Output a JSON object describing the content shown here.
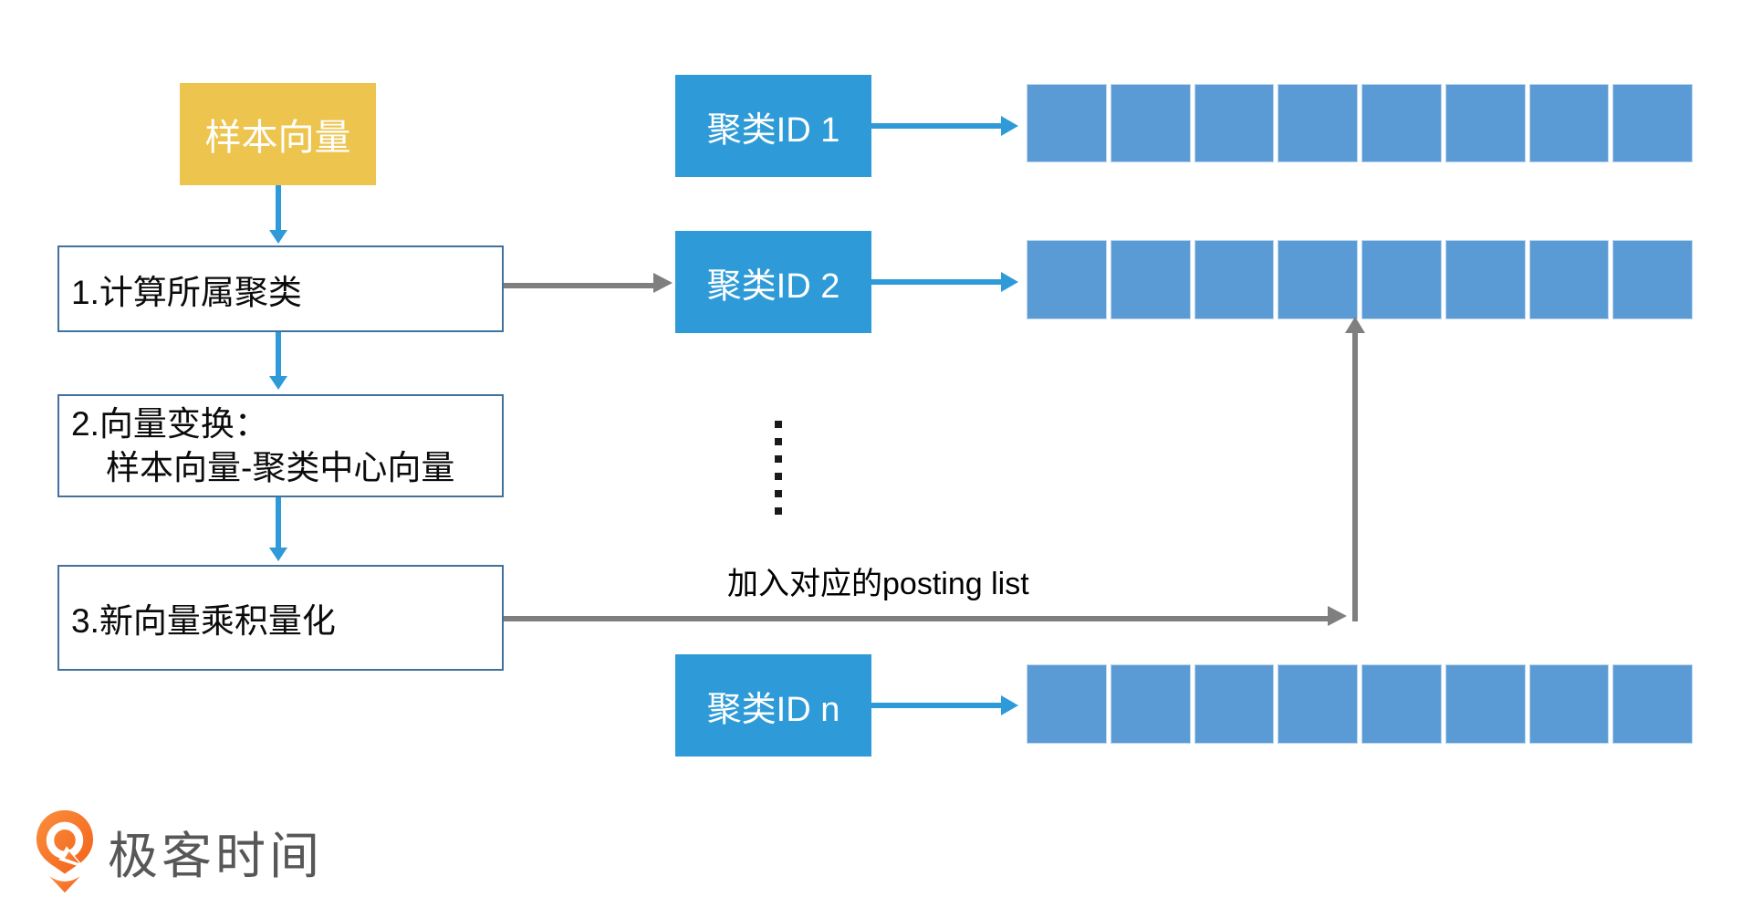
{
  "diagram": {
    "sample_vector_label": "样本向量",
    "steps": {
      "step1": "1.计算所属聚类",
      "step2_line1": "2.向量变换：",
      "step2_line2": "样本向量-聚类中心向量",
      "step3": "3.新向量乘积量化"
    },
    "clusters": [
      {
        "label": "聚类ID 1",
        "cells": 8
      },
      {
        "label": "聚类ID 2",
        "cells": 8
      },
      {
        "label": "聚类ID n",
        "cells": 8
      }
    ],
    "ellipsis_dots": 6,
    "annotation": "加入对应的posting list"
  },
  "logo": {
    "text": "极客时间"
  },
  "colors": {
    "sample_box_fill": "#ECC44E",
    "cluster_box_fill": "#2E9BD8",
    "posting_cell_fill": "#5B9BD5",
    "step_box_border": "#41719C",
    "blue_arrow": "#2E9BD8",
    "gray_arrow": "#7F7F7F",
    "logo_orange": "#F2611A",
    "logo_text_color": "#575757"
  }
}
